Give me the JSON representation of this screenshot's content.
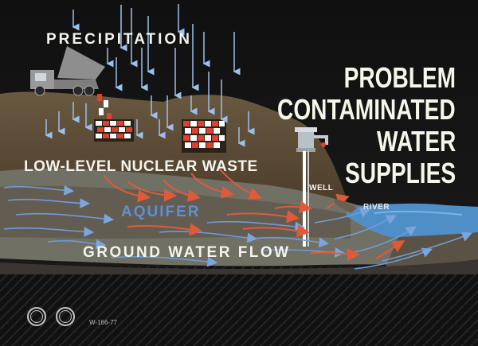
{
  "labels": {
    "precipitation": "PRECIPITATION",
    "waste": "LOW-LEVEL NUCLEAR WASTE",
    "aquifer": "AQUIFER",
    "ground_water_flow": "GROUND WATER FLOW",
    "well": "WELL",
    "river": "RIVER"
  },
  "title_lines": [
    "PROBLEM",
    "CONTAMINATED",
    "WATER",
    "SUPPLIES"
  ],
  "code": "W-166-77",
  "colors": {
    "background": "#151515",
    "precipitation_arrows": "#8fb4e8",
    "flow_arrows": "#6f9ad8",
    "contamination_arrows": "#e05a3a",
    "soil": "#5a4a35",
    "aquifer": "#6a6a60",
    "river": "#4f8fc8",
    "barrels": [
      "#ffffff",
      "#e04030"
    ]
  },
  "icons": [
    "dump-truck-icon",
    "water-pump-icon",
    "seal-icon"
  ]
}
